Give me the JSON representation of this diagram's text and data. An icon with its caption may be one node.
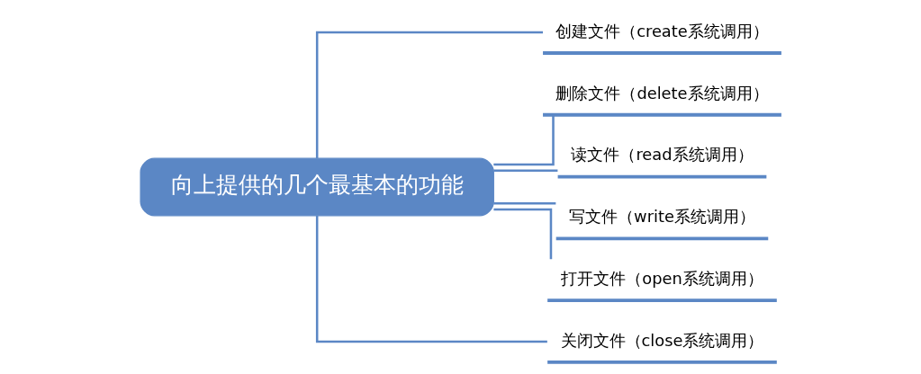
{
  "diagram": {
    "nodes": [
      {
        "text": [
          "向上提供的几个最基本的功能"
        ]
      },
      {
        "text": [
          "创建文件（create系统调用）"
        ]
      },
      {
        "text": [
          "删除文件（delete系统调用）"
        ]
      },
      {
        "text": [
          "读文件（read系统调用）"
        ]
      },
      {
        "text": [
          "写文件（write系统调用）"
        ]
      },
      {
        "text": [
          "打开文件（open系统调用）"
        ]
      },
      {
        "text": [
          "关闭文件（close系统调用）"
        ]
      }
    ],
    "edges": [
      {
        "from": 0,
        "to": 1,
        "arrow": "none"
      },
      {
        "from": 0,
        "to": 2,
        "arrow": "none"
      },
      {
        "from": 0,
        "to": 3,
        "arrow": "none"
      },
      {
        "from": 0,
        "to": 4,
        "arrow": "none"
      },
      {
        "from": 0,
        "to": 5,
        "arrow": "none"
      },
      {
        "from": 0,
        "to": 6,
        "arrow": "none"
      }
    ]
  }
}
